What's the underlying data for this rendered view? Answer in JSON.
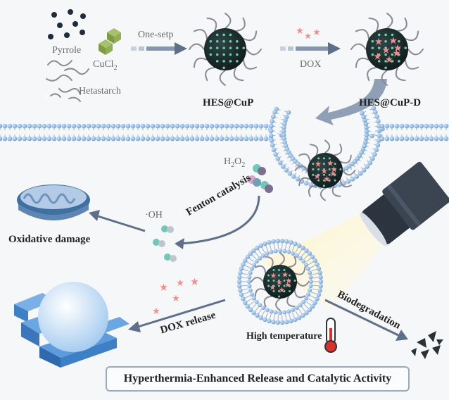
{
  "labels": {
    "pyrrole": "Pyrrole",
    "cucl": "CuCl",
    "cucl_sub": "2",
    "hetastarch": "Hetastarch",
    "one_step": "One-setp",
    "hescup": "HES@CuP",
    "dox": "DOX",
    "hescup_d": "HES@CuP-D",
    "h2o2_h": "H",
    "h2o2_sub1": "2",
    "h2o2_o": "O",
    "h2o2_sub2": "2",
    "oh": "·OH",
    "fenton": "Fenton catalysis",
    "oxidative": "Oxidative  damage",
    "dox_release": "DOX release",
    "high_temp": "High temperature",
    "biodegradation": "Biodegradation"
  },
  "caption": "Hyperthermia-Enhanced Release and Catalytic Activity",
  "colors": {
    "background": "#f6f7f9",
    "membrane_head": "#8fb8e3",
    "nanoparticle": "#1b2a2a",
    "np_dots": "#6fd0a8",
    "dox_star": "#ef8e8e",
    "arrow": "#7c8ca3",
    "mitochondria": "#5e84ad",
    "er": "#4a90d9",
    "caption_border": "#9aa9bd"
  }
}
